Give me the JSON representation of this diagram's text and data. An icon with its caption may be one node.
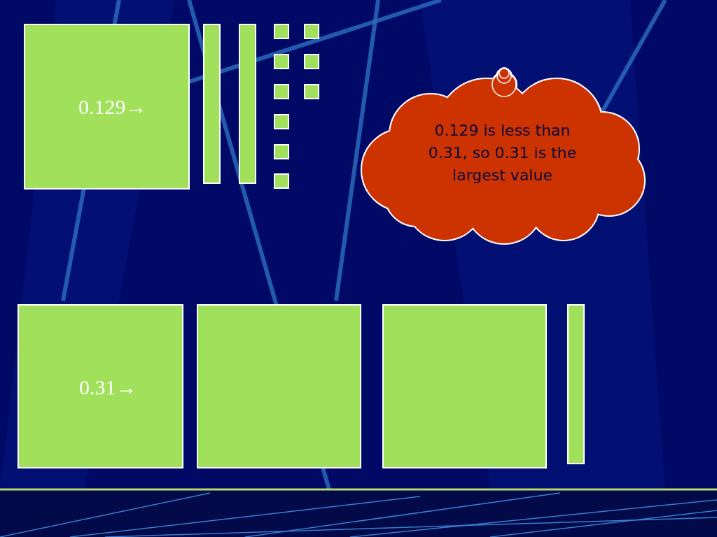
{
  "diagram": {
    "nodes": [
      {
        "text": [
          "0.129→"
        ]
      },
      {
        "text": [],
        "shape": "bar"
      },
      {
        "text": [],
        "shape": "bar"
      },
      {
        "text": [],
        "shape": "box"
      },
      {
        "text": [],
        "shape": "box"
      },
      {
        "text": [],
        "shape": "box"
      },
      {
        "text": [],
        "shape": "box"
      },
      {
        "text": [],
        "shape": "box"
      },
      {
        "text": [],
        "shape": "box"
      },
      {
        "text": [],
        "shape": "box"
      },
      {
        "text": [],
        "shape": "box"
      },
      {
        "text": [],
        "shape": "box"
      },
      {
        "text": [
          "0.129 is less than 0.31, so 0.31 is the largest value"
        ]
      },
      {
        "text": [
          "0.31→"
        ]
      },
      {
        "text": [],
        "shape": "box"
      },
      {
        "text": [],
        "shape": "box"
      },
      {
        "text": [],
        "shape": "bar"
      }
    ]
  }
}
